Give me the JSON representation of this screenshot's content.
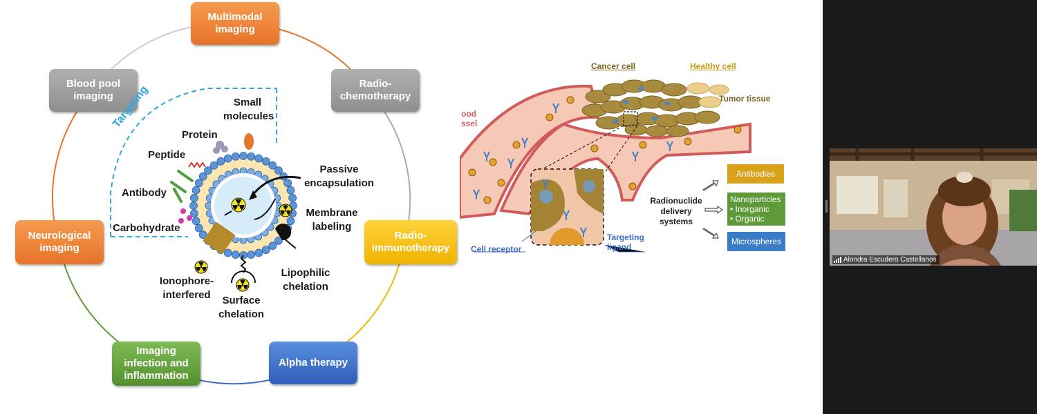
{
  "left_diagram": {
    "boxes": {
      "multimodal": "Multimodal imaging",
      "radiochemo": "Radio-chemotherapy",
      "radioimmuno": "Radio-immunotherapy",
      "alpha": "Alpha therapy",
      "infection": "Imaging infection and inflammation",
      "neuro": "Neurological imaging",
      "bloodpool": "Blood pool imaging"
    },
    "targeting": "Targeting",
    "labels": {
      "small_molecules": "Small molecules",
      "protein": "Protein",
      "peptide": "Peptide",
      "antibody": "Antibody",
      "carbohydrate": "Carbohydrate",
      "passive": "Passive encapsulation",
      "membrane": "Membrane labeling",
      "lipophilic": "Lipophilic chelation",
      "surface": "Surface chelation",
      "ionophore": "Ionophore-interfered"
    }
  },
  "right_diagram": {
    "cancer_cell": "Cancer cell",
    "healthy_cell": "Healthy cell",
    "tumor_tissue": "Tumor tissue",
    "blood_vessel_1": "ood",
    "blood_vessel_2": "ssel",
    "cell_receptor": "Cell receptor",
    "targeting_ligand_1": "Targeting",
    "targeting_ligand_2": "ligand",
    "delivery": "Radionuclide delivery systems",
    "systems": {
      "antibodies": "Antibodies",
      "nanoparticles": "Nanoparticles",
      "inorganic": "• Inorganic",
      "organic": "• Organic",
      "microspheres": "Microspheres"
    }
  },
  "video": {
    "participant_name": "Alondra Escudero Castellanos"
  },
  "colors": {
    "orange": "#e7732a",
    "grey": "#9a9a9a",
    "yellow": "#f2b705",
    "blue": "#3a6cc6",
    "green": "#5f9a38",
    "targeting_cyan": "#29a8e0"
  }
}
